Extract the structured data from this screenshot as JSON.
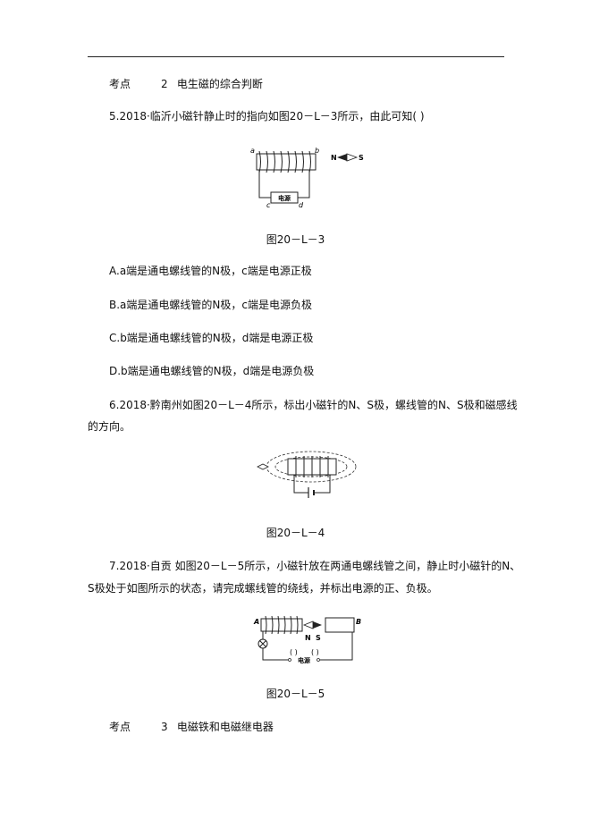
{
  "section2": {
    "tag": "考点",
    "num": "2",
    "title": "电生磁的综合判断"
  },
  "q5": {
    "stem": "5.2018·临沂小磁针静止时的指向如图20－L－3所示，由此可知(      )",
    "figure": {
      "a": "a",
      "b": "b",
      "c": "c",
      "d": "d",
      "source": "电源",
      "N": "N",
      "S": "S"
    },
    "caption": "图20－L－3",
    "options": [
      "A.a端是通电螺线管的N极，c端是电源正极",
      "B.a端是通电螺线管的N极，c端是电源负极",
      "C.b端是通电螺线管的N极，d端是电源正极",
      "D.b端是通电螺线管的N极，d端是电源负极"
    ]
  },
  "q6": {
    "stem_line1": "6.2018·黔南州如图20－L－4所示，标出小磁针的N、S极，螺线管的N、S极和磁感线",
    "stem_line2": "的方向。",
    "caption": "图20－L－4"
  },
  "q7": {
    "stem_line1": "7.2018·自贡 如图20－L－5所示，小磁针放在两通电螺线管之间，静止时小磁针的N、",
    "stem_line2": "S极处于如图所示的状态，请完成螺线管的绕线，并标出电源的正、负极。",
    "figure": {
      "A": "A",
      "B": "B",
      "N": "N",
      "S": "S",
      "source": "电源",
      "paren1": "(  )",
      "paren2": "(  )"
    },
    "caption": "图20－L－5"
  },
  "section3": {
    "tag": "考点",
    "num": "3",
    "title": "电磁铁和电磁继电器"
  }
}
